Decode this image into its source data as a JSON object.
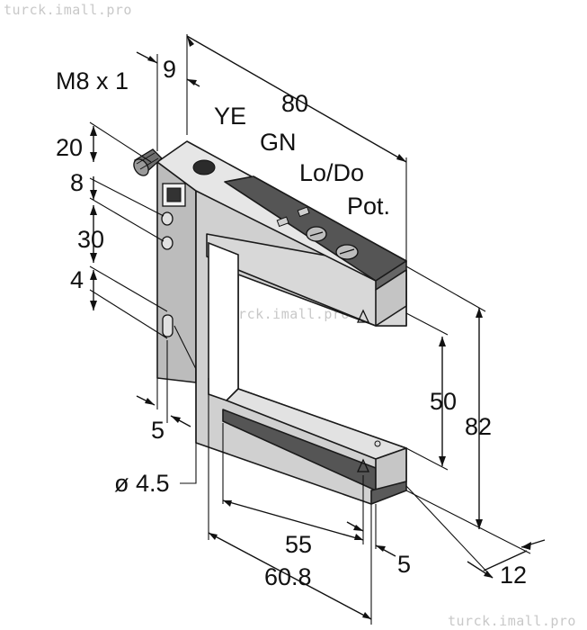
{
  "watermarks": {
    "top_left": "turck.imall.pro",
    "center": "turck.imall.pro",
    "bottom_right": "turck.imall.pro"
  },
  "labels": {
    "connector": "M8 x 1",
    "connector_offset": "9",
    "width": "80",
    "led_yellow": "YE",
    "led_green": "GN",
    "switch": "Lo/Do",
    "potentiometer": "Pot.",
    "top_height": "20",
    "hole_offset": "8",
    "hole_spacing": "30",
    "slot_length": "4",
    "slot_inset": "5",
    "hole_diameter": "ø 4.5",
    "fork_opening": "50",
    "total_height": "82",
    "fork_depth": "55",
    "arm_thickness": "5",
    "total_depth": "60.8",
    "depth": "12"
  },
  "colors": {
    "body_side": "#bcbcbc",
    "body_front": "#d0d0d0",
    "body_top": "#e4e4e4",
    "dark_strip": "#555555",
    "line": "#111111",
    "watermark": "#c8c8c8"
  }
}
